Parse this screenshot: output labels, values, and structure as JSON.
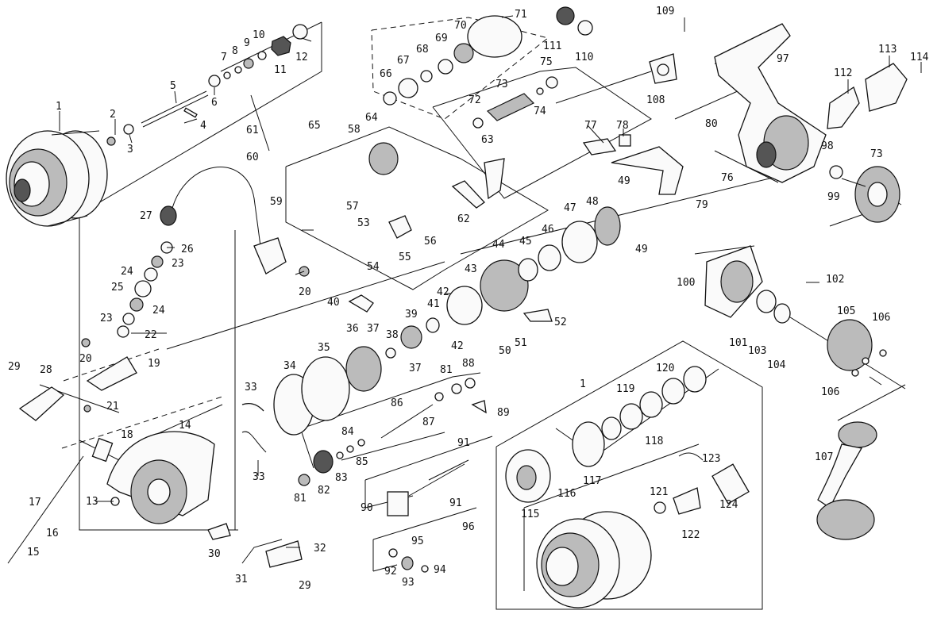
{
  "labels": {
    "p1": "1",
    "p2": "2",
    "p3": "3",
    "p4": "4",
    "p5": "5",
    "p6": "6",
    "p7": "7",
    "p8": "8",
    "p9": "9",
    "p10": "10",
    "p11": "11",
    "p12": "12",
    "p13": "13",
    "p14": "14",
    "p15": "15",
    "p16": "16",
    "p17": "17",
    "p18": "18",
    "p19": "19",
    "p20": "20",
    "p21": "21",
    "p22": "22",
    "p23": "23",
    "p24": "24",
    "p25": "25",
    "p26": "26",
    "p27": "27",
    "p28": "28",
    "p29": "29",
    "p30": "30",
    "p31": "31",
    "p32": "32",
    "p33": "33",
    "p34": "34",
    "p35": "35",
    "p36": "36",
    "p37": "37",
    "p38": "38",
    "p39": "39",
    "p40": "40",
    "p41": "41",
    "p42": "42",
    "p43": "43",
    "p44": "44",
    "p45": "45",
    "p46": "46",
    "p47": "47",
    "p48": "48",
    "p49": "49",
    "p50": "50",
    "p51": "51",
    "p52": "52",
    "p53": "53",
    "p54": "54",
    "p55": "55",
    "p56": "56",
    "p57": "57",
    "p58": "58",
    "p59": "59",
    "p60": "60",
    "p61": "61",
    "p62": "62",
    "p63": "63",
    "p64": "64",
    "p65": "65",
    "p66": "66",
    "p67": "67",
    "p68": "68",
    "p69": "69",
    "p70": "70",
    "p71": "71",
    "p72": "72",
    "p73": "73",
    "p74": "74",
    "p75": "75",
    "p76": "76",
    "p77": "77",
    "p78": "78",
    "p79": "79",
    "p80": "80",
    "p81": "81",
    "p82": "82",
    "p83": "83",
    "p84": "84",
    "p85": "85",
    "p86": "86",
    "p87": "87",
    "p88": "88",
    "p89": "89",
    "p90": "90",
    "p91": "91",
    "p92": "92",
    "p93": "93",
    "p94": "94",
    "p95": "95",
    "p96": "96",
    "p97": "97",
    "p98": "98",
    "p99": "99",
    "p100": "100",
    "p101": "101",
    "p102": "102",
    "p103": "103",
    "p104": "104",
    "p105": "105",
    "p106": "106",
    "p107": "107",
    "p108": "108",
    "p109": "109",
    "p110": "110",
    "p111": "111",
    "p112": "112",
    "p113": "113",
    "p114": "114",
    "p115": "115",
    "p116": "116",
    "p117": "117",
    "p118": "118",
    "p119": "119",
    "p120": "120",
    "p121": "121",
    "p122": "122",
    "p123": "123",
    "p124": "124"
  },
  "colors": {
    "line": "#111111",
    "background": "#ffffff"
  }
}
